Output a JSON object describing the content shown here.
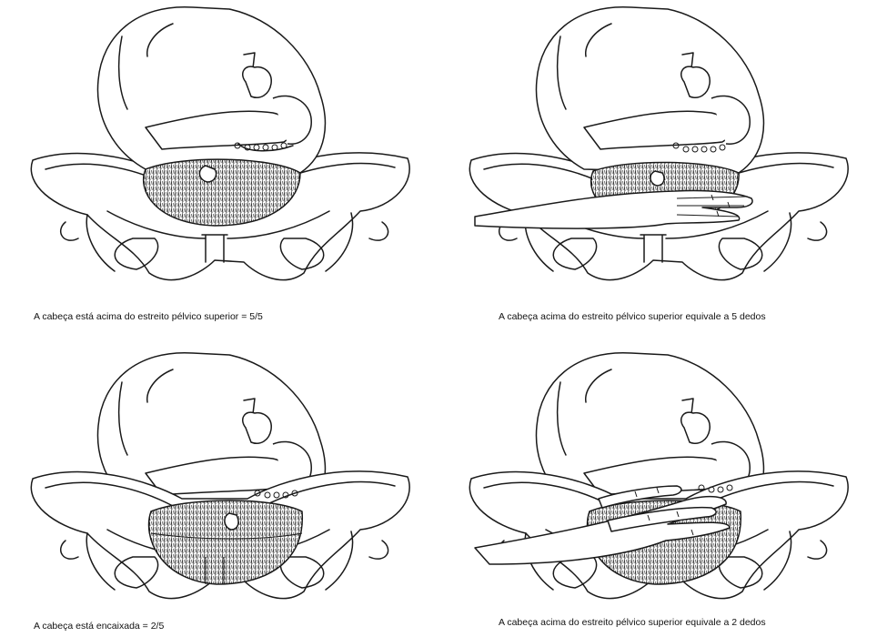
{
  "panels": [
    {
      "caption": "A cabeça está acima do estreito pélvico superior = 5/5"
    },
    {
      "caption": "A cabeça acima do estreito pélvico superior equivale a 5 dedos"
    },
    {
      "caption": "A cabeça está encaixada = 2/5"
    },
    {
      "caption": "A cabeça acima do estreito pélvico superior equivale a 2 dedos"
    }
  ]
}
